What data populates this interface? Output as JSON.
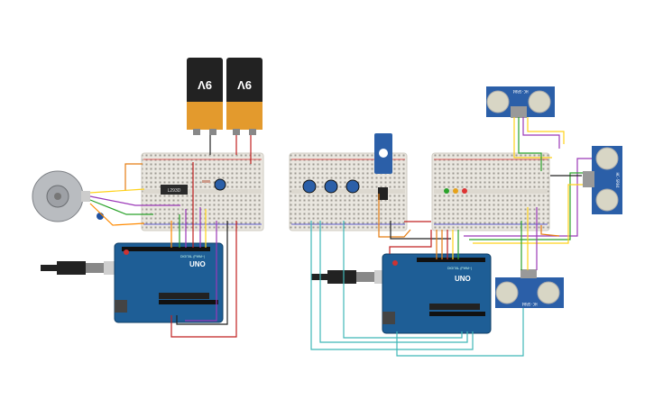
{
  "battery_label": "9V",
  "board_brand": "UNO",
  "board_subtitle": "DIGITAL (PWM~)",
  "chip_label": "L293D",
  "sensor_label": "HC-SR04"
}
